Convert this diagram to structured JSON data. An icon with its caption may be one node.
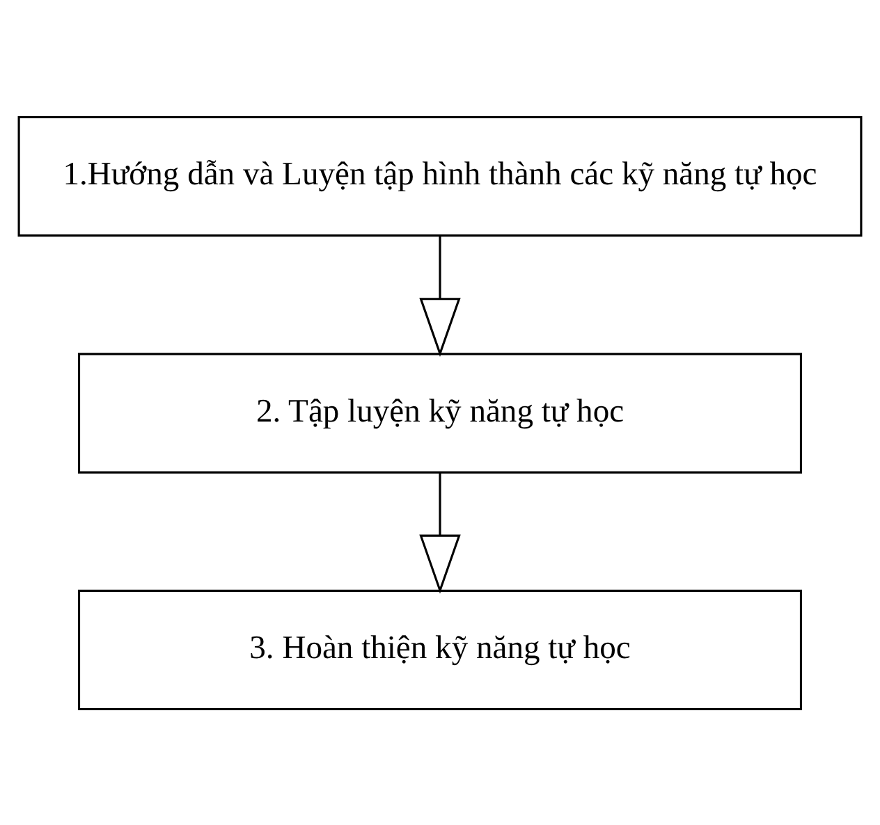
{
  "diagram": {
    "nodes": [
      {
        "text": [
          "1.Hướng dẫn và Luyện tập hình thành các kỹ năng tự học"
        ]
      },
      {
        "text": [
          "2. Tập luyện kỹ năng tự học"
        ]
      },
      {
        "text": [
          "3. Hoàn thiện kỹ năng tự học"
        ]
      }
    ],
    "edges": [
      {
        "from": 0,
        "to": 1,
        "arrow": "to"
      },
      {
        "from": 1,
        "to": 2,
        "arrow": "to"
      }
    ]
  }
}
